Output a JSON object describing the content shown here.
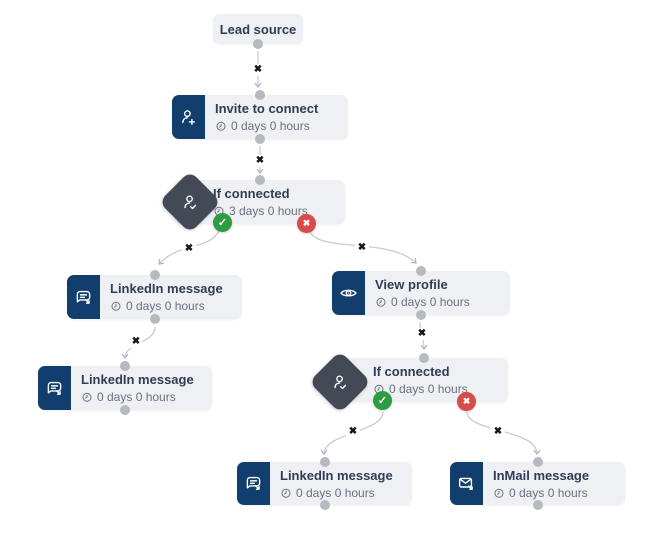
{
  "app": {
    "name": "campaign-sequence-flow"
  },
  "palette": {
    "navy": "#123e6d",
    "node_bg": "#eef0f3",
    "title_color": "#2f3d55",
    "meta_color": "#68717f",
    "diamond_bg": "#444a55",
    "yes_green": "#2d9d43",
    "no_red": "#d64c4a",
    "dot_gray": "#b5b9c0",
    "line_gray": "#c8cbd1",
    "x_color": "#14171d"
  },
  "nodes": [
    {
      "id": "lead-source",
      "type": "source",
      "title": "Lead source"
    },
    {
      "id": "invite-to-connect",
      "type": "action",
      "icon": "person-add-icon",
      "title": "Invite to connect",
      "delay": "0 days 0 hours"
    },
    {
      "id": "if-connected-1",
      "type": "condition",
      "icon": "person-check-icon",
      "title": "If connected",
      "delay": "3 days 0 hours"
    },
    {
      "id": "linkedin-message-1",
      "type": "action",
      "icon": "chat-send-icon",
      "title": "LinkedIn message",
      "delay": "0 days 0 hours"
    },
    {
      "id": "linkedin-message-2",
      "type": "action",
      "icon": "chat-send-icon",
      "title": "LinkedIn message",
      "delay": "0 days 0 hours"
    },
    {
      "id": "view-profile",
      "type": "action",
      "icon": "eye-icon",
      "title": "View profile",
      "delay": "0 days 0 hours"
    },
    {
      "id": "if-connected-2",
      "type": "condition",
      "icon": "person-check-icon",
      "title": "If connected",
      "delay": "0 days 0 hours"
    },
    {
      "id": "linkedin-message-3",
      "type": "action",
      "icon": "chat-send-icon",
      "title": "LinkedIn message",
      "delay": "0 days 0 hours"
    },
    {
      "id": "inmail-message",
      "type": "action",
      "icon": "mail-send-icon",
      "title": "InMail message",
      "delay": "0 days 0 hours"
    }
  ],
  "branches": {
    "yes_symbol": "✓",
    "no_symbol": "✖"
  },
  "edges": [
    {
      "from": "lead-source",
      "to": "invite-to-connect",
      "delete_symbol": "✖"
    },
    {
      "from": "invite-to-connect",
      "to": "if-connected-1",
      "delete_symbol": "✖"
    },
    {
      "from": "if-connected-1",
      "branch": "yes",
      "to": "linkedin-message-1",
      "delete_symbol": "✖"
    },
    {
      "from": "if-connected-1",
      "branch": "no",
      "to": "view-profile",
      "delete_symbol": "✖"
    },
    {
      "from": "linkedin-message-1",
      "to": "linkedin-message-2",
      "delete_symbol": "✖"
    },
    {
      "from": "view-profile",
      "to": "if-connected-2",
      "delete_symbol": "✖"
    },
    {
      "from": "if-connected-2",
      "branch": "yes",
      "to": "linkedin-message-3",
      "delete_symbol": "✖"
    },
    {
      "from": "if-connected-2",
      "branch": "no",
      "to": "inmail-message",
      "delete_symbol": "✖"
    }
  ]
}
